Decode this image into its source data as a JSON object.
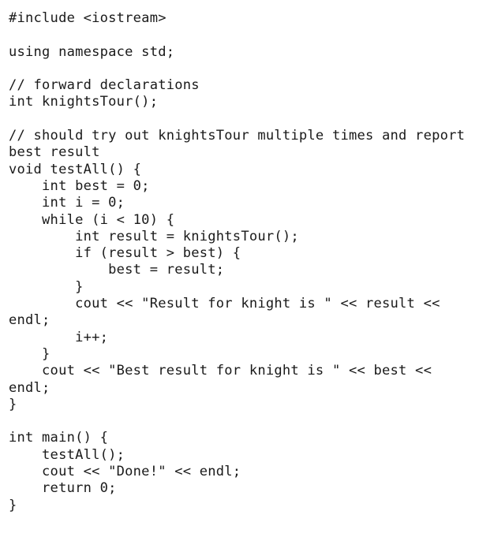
{
  "document": {
    "kind": "code-listing",
    "language": "C++",
    "background_color": "#ffffff",
    "text_color": "#1a1a1a",
    "wrap_columns": 46
  },
  "code": {
    "lines": [
      "#include <iostream>",
      "",
      "using namespace std;",
      "",
      "// forward declarations",
      "int knightsTour();",
      "",
      "// should try out knightsTour multiple times and report best result",
      "void testAll() {",
      "    int best = 0;",
      "    int i = 0;",
      "    while (i < 10) {",
      "        int result = knightsTour();",
      "        if (result > best) {",
      "            best = result;",
      "        }",
      "        cout << \"Result for knight is \" << result << endl;",
      "        i++;",
      "    }",
      "    cout << \"Best result for knight is \" << best << endl;",
      "}",
      "",
      "int main() {",
      "    testAll();",
      "    cout << \"Done!\" << endl;",
      "    return 0;",
      "}"
    ]
  }
}
